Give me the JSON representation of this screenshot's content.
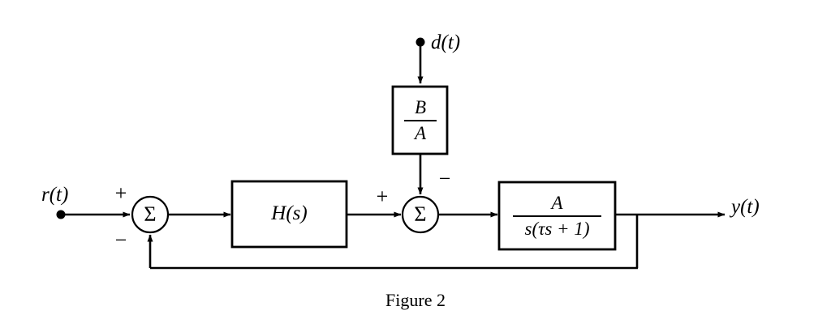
{
  "figure": {
    "caption": "Figure 2",
    "type": "control-system-block-diagram",
    "stroke_color": "#000000",
    "background_color": "#ffffff"
  },
  "signals": {
    "reference_input": "r(t)",
    "disturbance_input": "d(t)",
    "output": "y(t)"
  },
  "summing_junctions": [
    {
      "id": "summer-1",
      "symbol": "Σ",
      "signs": {
        "input": "+",
        "feedback": "−"
      }
    },
    {
      "id": "summer-2",
      "symbol": "Σ",
      "signs": {
        "forward": "+",
        "disturbance": "−"
      }
    }
  ],
  "blocks": {
    "controller": {
      "label": "H(s)"
    },
    "disturbance_gain": {
      "numerator": "B",
      "denominator": "A"
    },
    "plant": {
      "numerator": "A",
      "denominator": "s(τs + 1)"
    }
  }
}
